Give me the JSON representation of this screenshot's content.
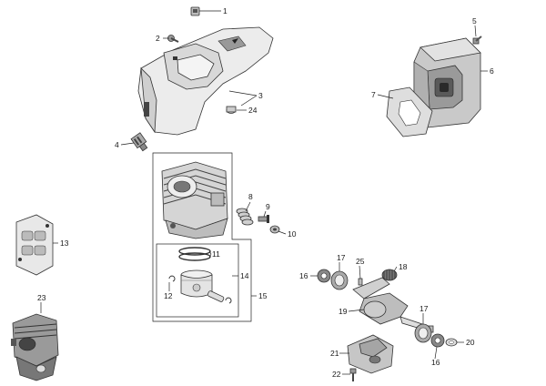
{
  "callouts": [
    {
      "id": "1",
      "text": "1"
    },
    {
      "id": "2",
      "text": "2"
    },
    {
      "id": "3",
      "text": "3"
    },
    {
      "id": "24",
      "text": "24"
    },
    {
      "id": "4",
      "text": "4"
    },
    {
      "id": "5",
      "text": "5"
    },
    {
      "id": "6",
      "text": "6"
    },
    {
      "id": "7",
      "text": "7"
    },
    {
      "id": "8",
      "text": "8"
    },
    {
      "id": "9",
      "text": "9"
    },
    {
      "id": "10",
      "text": "10"
    },
    {
      "id": "11",
      "text": "11"
    },
    {
      "id": "12",
      "text": "12"
    },
    {
      "id": "13",
      "text": "13"
    },
    {
      "id": "14",
      "text": "14"
    },
    {
      "id": "15",
      "text": "15"
    },
    {
      "id": "16a",
      "text": "16"
    },
    {
      "id": "16b",
      "text": "16"
    },
    {
      "id": "17a",
      "text": "17"
    },
    {
      "id": "17b",
      "text": "17"
    },
    {
      "id": "18",
      "text": "18"
    },
    {
      "id": "19",
      "text": "19"
    },
    {
      "id": "20",
      "text": "20"
    },
    {
      "id": "21",
      "text": "21"
    },
    {
      "id": "22",
      "text": "22"
    },
    {
      "id": "23",
      "text": "23"
    },
    {
      "id": "25",
      "text": "25"
    }
  ],
  "colors": {
    "line": "#222222",
    "part_fill": "#e6e6e6",
    "part_dark": "#555555",
    "background": "#ffffff"
  }
}
